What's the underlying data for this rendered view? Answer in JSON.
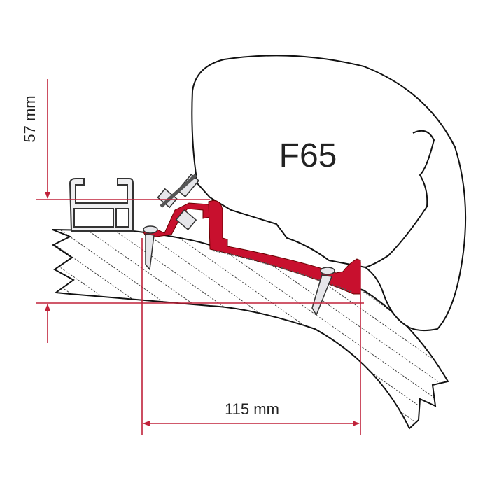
{
  "product_label": "F65",
  "dimensions": {
    "height_label": "57 mm",
    "width_label": "115 mm"
  },
  "colors": {
    "dimension_line": "#c0223a",
    "adapter_profile": "#c8102e",
    "outline": "#1a1a1a"
  }
}
